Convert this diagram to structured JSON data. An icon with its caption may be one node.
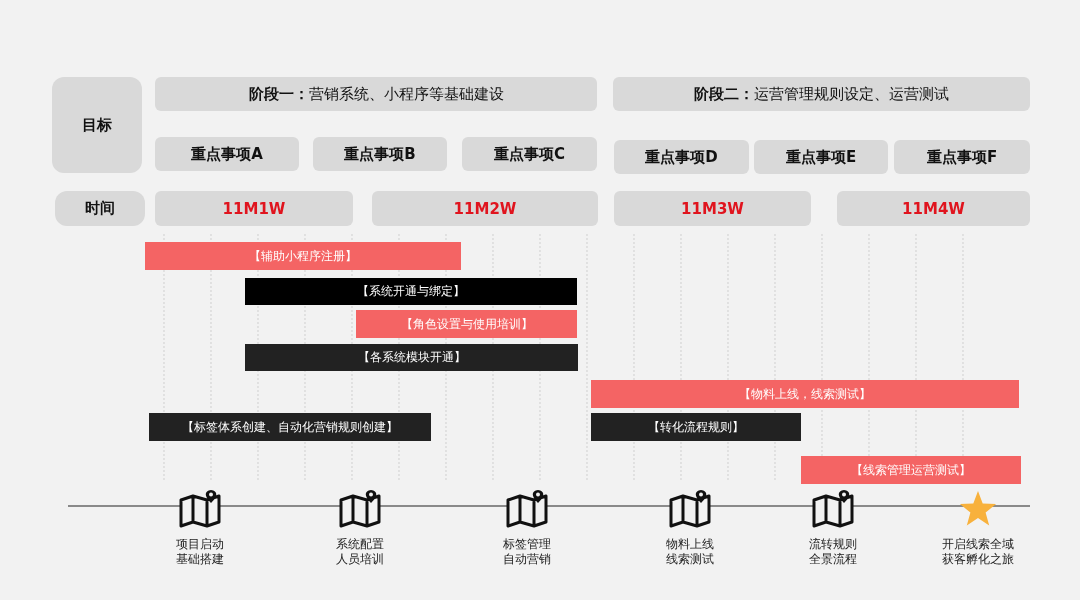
{
  "diagram": {
    "nodes": [
      {
        "text": [
          "目标"
        ]
      },
      {
        "text": [
          "**阶段一：**营销系统、小程序等基础建设"
        ]
      },
      {
        "text": [
          "**阶段二：**运营管理规则设定、运营测试"
        ]
      },
      {
        "text": [
          "重点事项A"
        ]
      },
      {
        "text": [
          "重点事项B"
        ]
      },
      {
        "text": [
          "重点事项C"
        ]
      },
      {
        "text": [
          "重点事项D"
        ]
      },
      {
        "text": [
          "重点事项E"
        ]
      },
      {
        "text": [
          "重点事项F"
        ]
      },
      {
        "text": [
          "时间"
        ]
      },
      {
        "text": [
          "11M1W"
        ]
      },
      {
        "text": [
          "11M2W"
        ]
      },
      {
        "text": [
          "11M3W"
        ]
      },
      {
        "text": [
          "11M4W"
        ]
      },
      {
        "text": [
          "【辅助小程序注册】"
        ]
      },
      {
        "text": [
          "【系统开通与绑定】"
        ]
      },
      {
        "text": [
          "【角色设置与使用培训】"
        ]
      },
      {
        "text": [
          "【各系统模块开通】"
        ]
      },
      {
        "text": [
          "【物料上线，线索测试】"
        ]
      },
      {
        "text": [
          "【标签体系创建、自动化营销规则创建】"
        ]
      },
      {
        "text": [
          "【转化流程规则】"
        ]
      },
      {
        "text": [
          "【线索管理运营测试】"
        ]
      }
    ],
    "edges": [],
    "labels": [
      "项目启动基础搭建",
      "系统配置人员培训",
      "标签管理自动营销",
      "物料上线线索测试",
      "流转规则全景流程",
      "开启线索全域获客孵化之旅"
    ]
  }
}
